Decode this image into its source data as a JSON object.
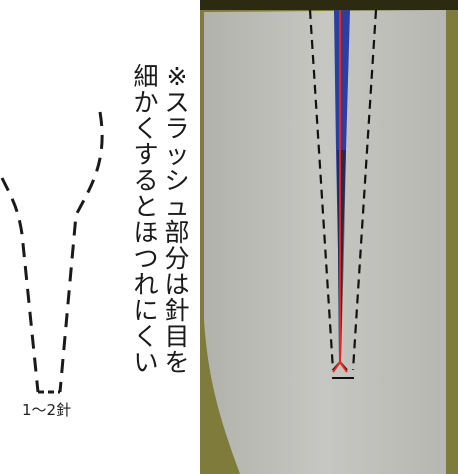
{
  "diagram": {
    "stitch_label": "1～2針"
  },
  "note": {
    "column_1": "※スラッシュ部分は針目を",
    "column_2": "細かくするとほつれにくい"
  },
  "photo": {
    "colors": {
      "fabric": "#bdbdb9",
      "border_fabric": "#7f7b3a",
      "dark_band": "#2d2a12",
      "slash_fabric": "#2a3fa0",
      "seam_line": "#e8261e",
      "guide_line": "#111111"
    }
  }
}
